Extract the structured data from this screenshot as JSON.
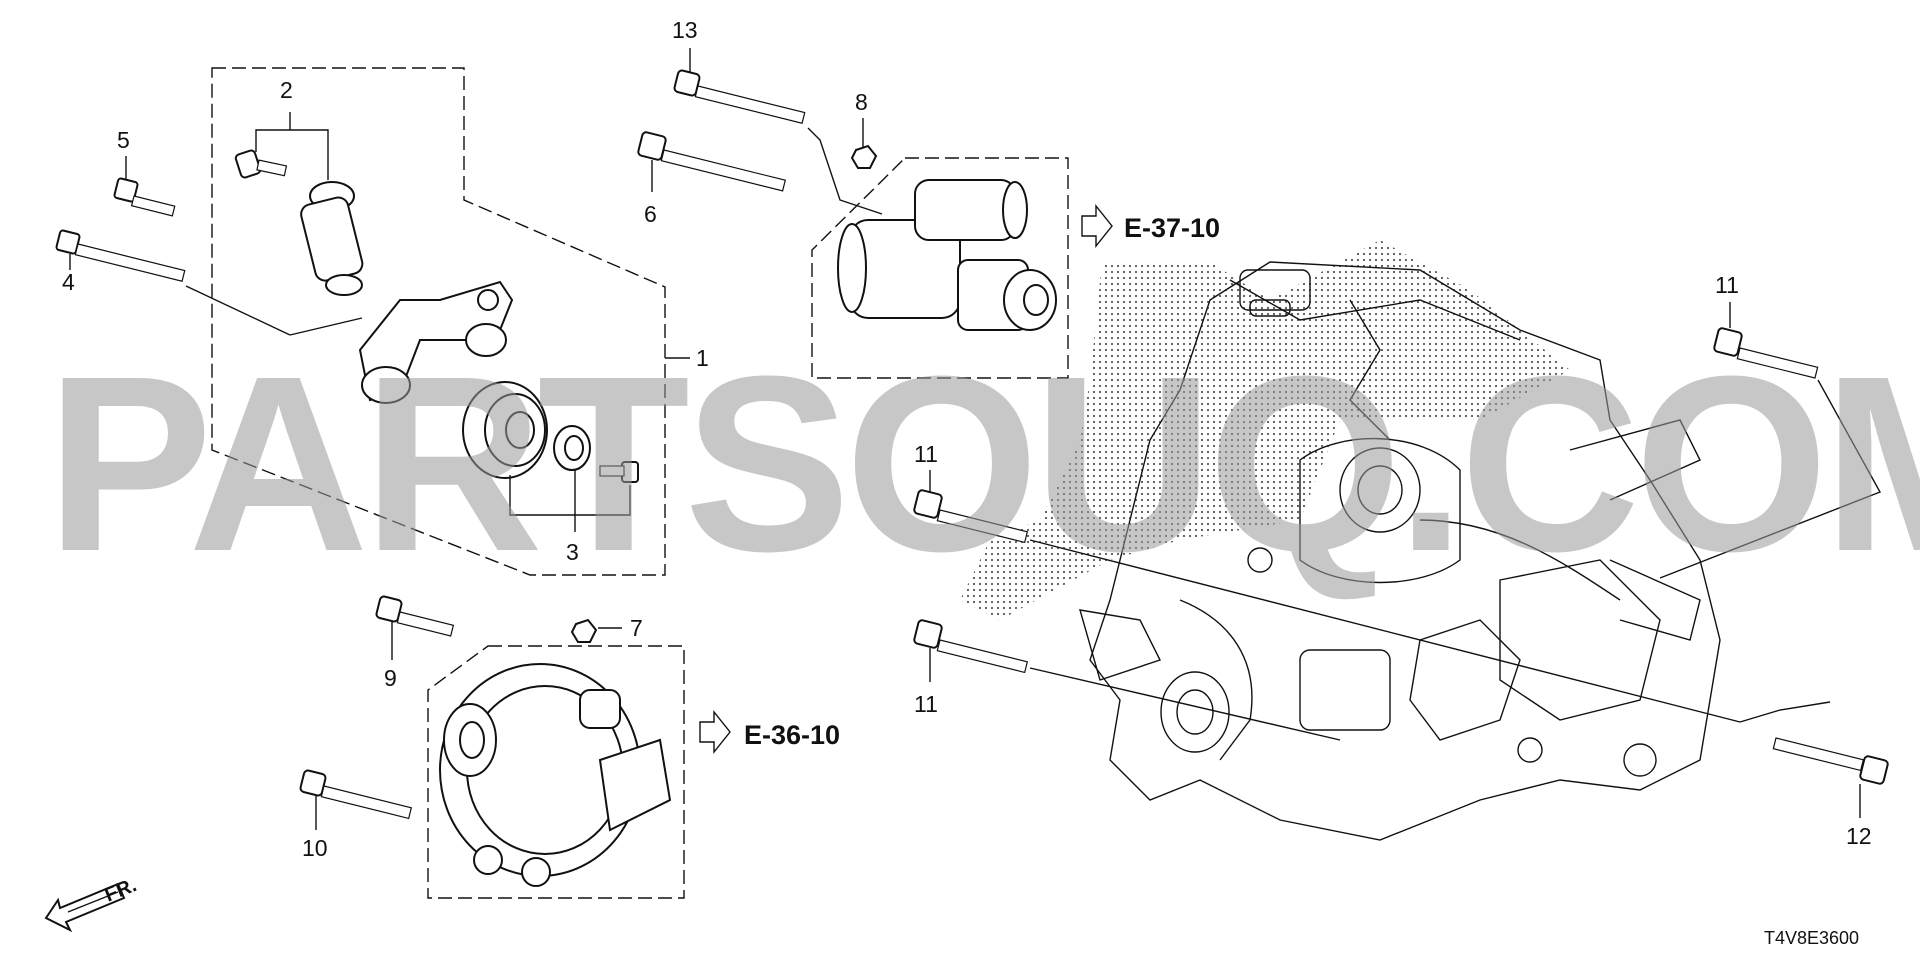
{
  "watermark": "PARTSOUQ.COM",
  "callouts": {
    "c1": "1",
    "c2": "2",
    "c3": "3",
    "c4": "4",
    "c5": "5",
    "c6": "6",
    "c7": "7",
    "c8": "8",
    "c9": "9",
    "c10": "10",
    "c11a": "11",
    "c11b": "11",
    "c11c": "11",
    "c12": "12",
    "c13": "13"
  },
  "references": {
    "starter": "E-37-10",
    "alternator": "E-36-10"
  },
  "direction_label": "FR.",
  "diagram_code": "T4V8E3600",
  "icons": {
    "reference_arrow": "hollow-right-arrow-icon",
    "front_arrow": "front-direction-arrow-icon"
  }
}
